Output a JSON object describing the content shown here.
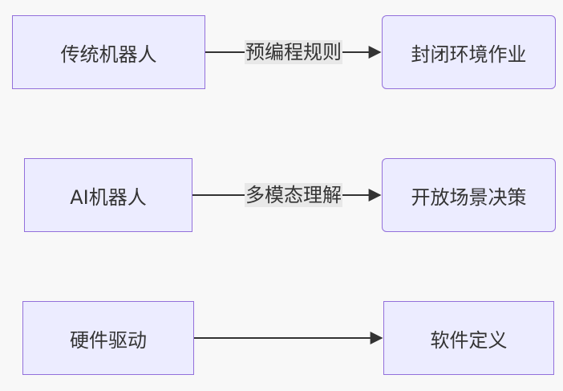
{
  "diagram": {
    "rows": [
      {
        "source": "传统机器人",
        "edge_label": "预编程规则",
        "target": "封闭环境作业"
      },
      {
        "source": "AI机器人",
        "edge_label": "多模态理解",
        "target": "开放场景决策"
      },
      {
        "source": "硬件驱动",
        "edge_label": "",
        "target": "软件定义"
      }
    ],
    "colors": {
      "node_fill": "#ececff",
      "node_stroke": "#9370db",
      "edge": "#333333",
      "label_bg": "#e8e8e8",
      "background": "#f8f8f8"
    }
  }
}
